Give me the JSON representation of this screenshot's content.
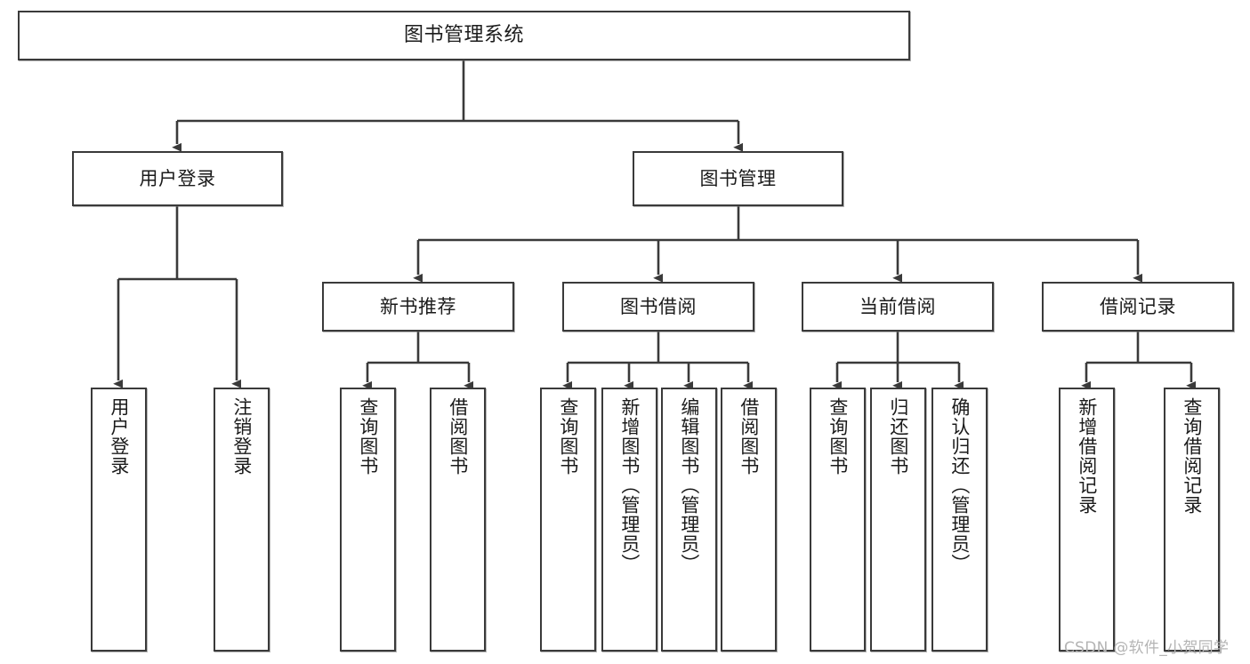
{
  "diagram": {
    "title": "图书管理系统",
    "type": "hierarchy-tree",
    "watermark": "CSDN @软件_小贺同学",
    "root": {
      "id": "root",
      "label": "图书管理系统"
    },
    "level1": [
      {
        "id": "user-login",
        "label": "用户登录"
      },
      {
        "id": "book-manage",
        "label": "图书管理"
      }
    ],
    "level2": [
      {
        "id": "new-book-recommend",
        "label": "新书推荐",
        "parent": "book-manage"
      },
      {
        "id": "book-borrow",
        "label": "图书借阅",
        "parent": "book-manage"
      },
      {
        "id": "current-borrow",
        "label": "当前借阅",
        "parent": "book-manage"
      },
      {
        "id": "borrow-record",
        "label": "借阅记录",
        "parent": "book-manage"
      }
    ],
    "leaves": [
      {
        "id": "leaf-user-login",
        "label": "用户登录",
        "parent": "user-login"
      },
      {
        "id": "leaf-logout",
        "label": "注销登录",
        "parent": "user-login"
      },
      {
        "id": "leaf-query-book-1",
        "label": "查询图书",
        "parent": "new-book-recommend"
      },
      {
        "id": "leaf-borrow-book-1",
        "label": "借阅图书",
        "parent": "new-book-recommend"
      },
      {
        "id": "leaf-query-book-2",
        "label": "查询图书",
        "parent": "book-borrow"
      },
      {
        "id": "leaf-add-book",
        "label": "新增图书（管理员）",
        "parent": "book-borrow"
      },
      {
        "id": "leaf-edit-book",
        "label": "编辑图书（管理员）",
        "parent": "book-borrow"
      },
      {
        "id": "leaf-borrow-book-2",
        "label": "借阅图书",
        "parent": "book-borrow"
      },
      {
        "id": "leaf-query-book-3",
        "label": "查询图书",
        "parent": "current-borrow"
      },
      {
        "id": "leaf-return-book",
        "label": "归还图书",
        "parent": "current-borrow"
      },
      {
        "id": "leaf-confirm-return",
        "label": "确认归还（管理员）",
        "parent": "current-borrow"
      },
      {
        "id": "leaf-add-record",
        "label": "新增借阅记录",
        "parent": "borrow-record"
      },
      {
        "id": "leaf-query-record",
        "label": "查询借阅记录",
        "parent": "borrow-record"
      }
    ],
    "colors": {
      "stroke": "#3a3a3a",
      "text": "#1b1b1b",
      "background": "#ffffff",
      "watermark": "#b4b4b4"
    }
  }
}
